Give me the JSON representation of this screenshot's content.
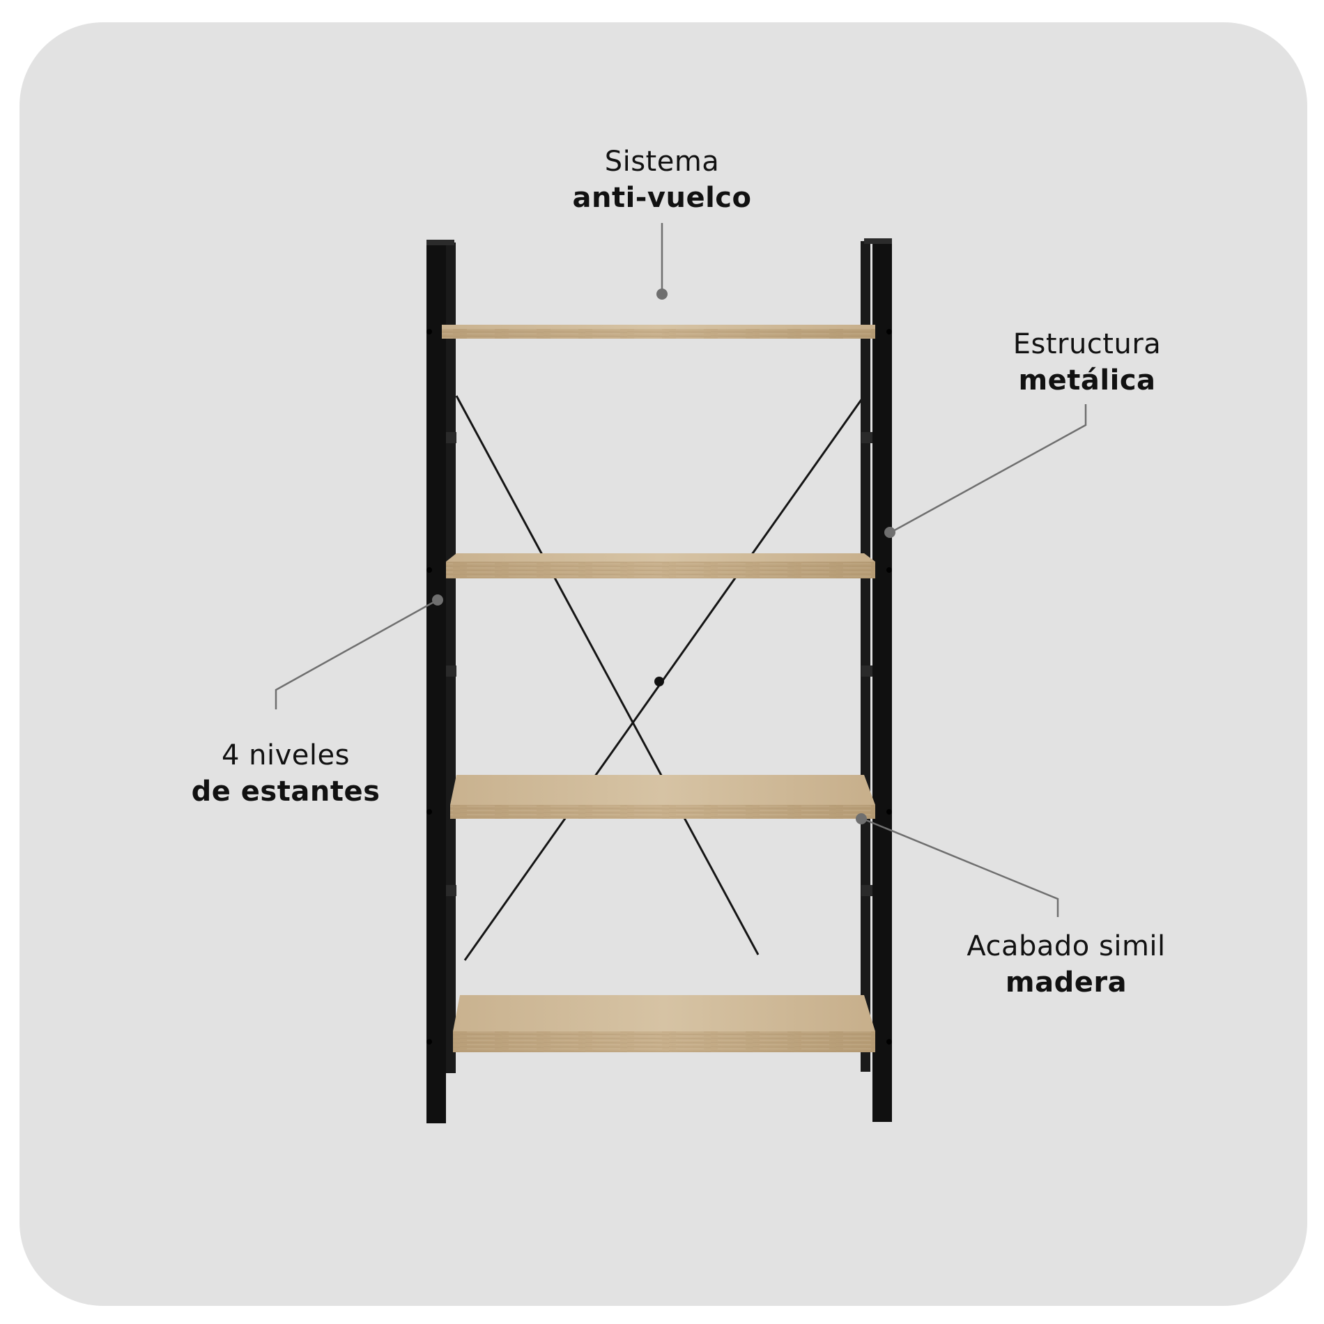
{
  "callouts": {
    "anti_vuelco": {
      "line1": "Sistema",
      "line2": "anti-vuelco"
    },
    "estructura": {
      "line1": "Estructura",
      "line2": "metálica"
    },
    "niveles": {
      "line1": "4 niveles",
      "line2": "de estantes"
    },
    "acabado": {
      "line1": "Acabado simil",
      "line2": "madera"
    }
  },
  "colors": {
    "background": "#e2e2e2",
    "frame": "#111111",
    "wood": "#cdb898",
    "callout_line": "#6f6f6f"
  },
  "shelf_count": 4
}
